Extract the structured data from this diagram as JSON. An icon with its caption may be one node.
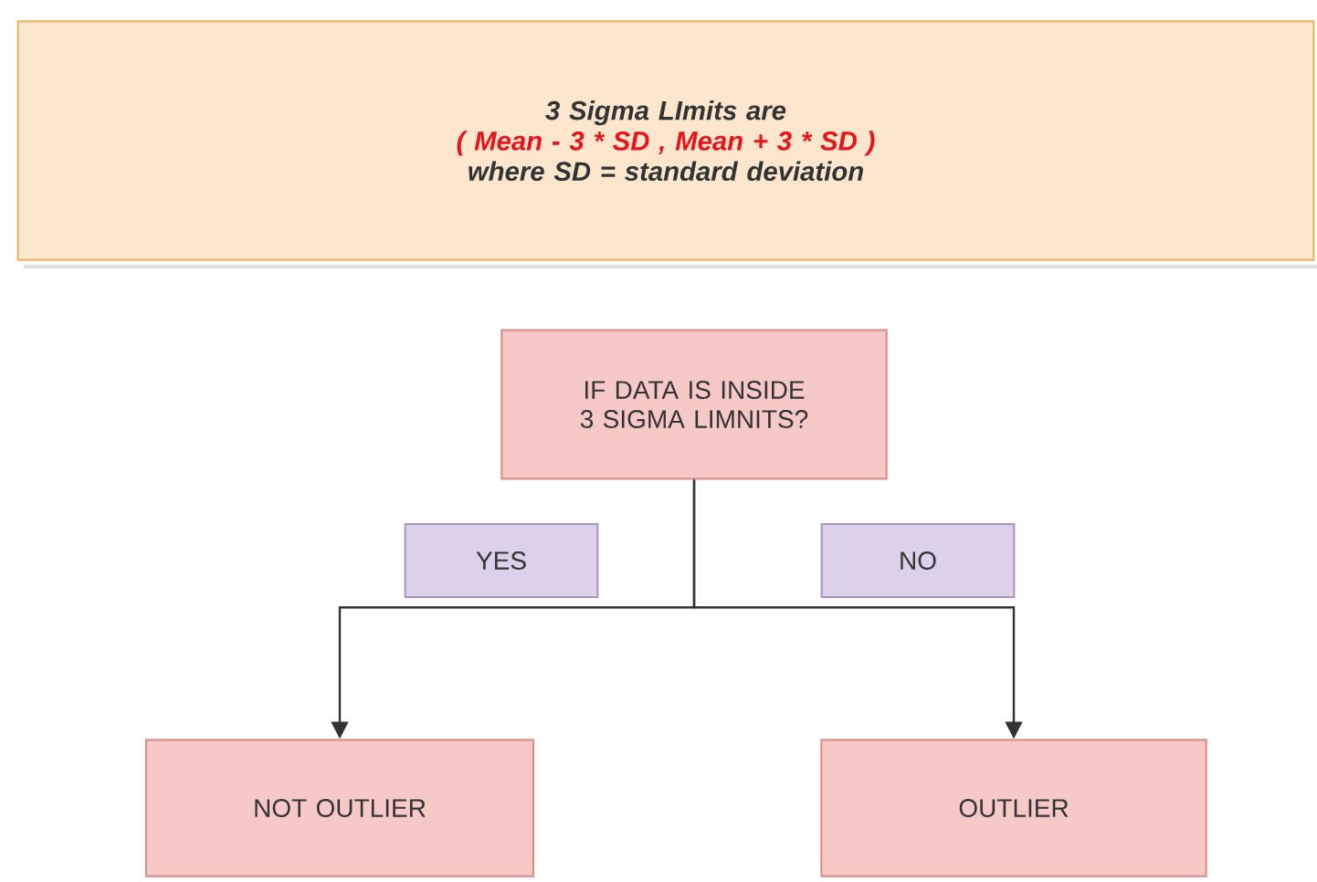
{
  "diagram": {
    "nodes": [
      {
        "text": [
          "3 Sigma LImits are",
          "( Mean - 3 * SD , Mean + 3 * SD  )",
          "where SD = standard deviation"
        ]
      },
      {
        "text": [
          "IF DATA IS INSIDE 3 SIGMA LIMNITS?"
        ]
      },
      {
        "text": [
          "YES"
        ]
      },
      {
        "text": [
          "NO"
        ]
      },
      {
        "text": [
          "NOT OUTLIER"
        ]
      },
      {
        "text": [
          "OUTLIER"
        ]
      }
    ],
    "edges": [
      {
        "from": 1,
        "to": 4,
        "arrow": "to"
      },
      {
        "from": 1,
        "to": 5,
        "arrow": "to"
      }
    ]
  }
}
